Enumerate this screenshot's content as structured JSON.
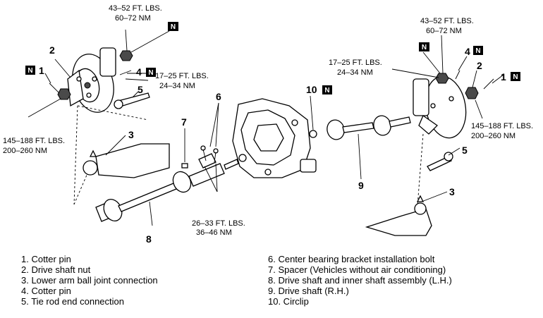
{
  "torque": {
    "nut_top_left": [
      "43–52 FT. LBS.",
      "60–72 NM"
    ],
    "nut_top_right": [
      "43–52 FT. LBS.",
      "60–72 NM"
    ],
    "tie_rod_left": [
      "17–25 FT. LBS.",
      "24–34 NM"
    ],
    "tie_rod_right": [
      "17–25 FT. LBS.",
      "24–34 NM"
    ],
    "drive_nut_left": [
      "145–188 FT. LBS.",
      "200–260 NM"
    ],
    "drive_nut_right": [
      "145–188 FT. LBS.",
      "200–260 NM"
    ],
    "bracket_bolt": [
      "26–33 FT. LBS.",
      "36–46 NM"
    ]
  },
  "callouts": {
    "n1": "1",
    "n2": "2",
    "n3": "3",
    "n4": "4",
    "n5": "5",
    "n6": "6",
    "n7": "7",
    "n8": "8",
    "n9": "9",
    "n10": "10"
  },
  "new_part_mark": "N",
  "legend": {
    "left": [
      "1. Cotter pin",
      "2. Drive shaft nut",
      "3. Lower arm ball joint connection",
      "4. Cotter pin",
      "5. Tie rod end connection"
    ],
    "right": [
      "6. Center bearing bracket installation bolt",
      "7. Spacer (Vehicles without air conditioning)",
      "8. Drive shaft and inner shaft assembly (L.H.)",
      "9. Drive shaft (R.H.)",
      "10. Circlip"
    ]
  }
}
